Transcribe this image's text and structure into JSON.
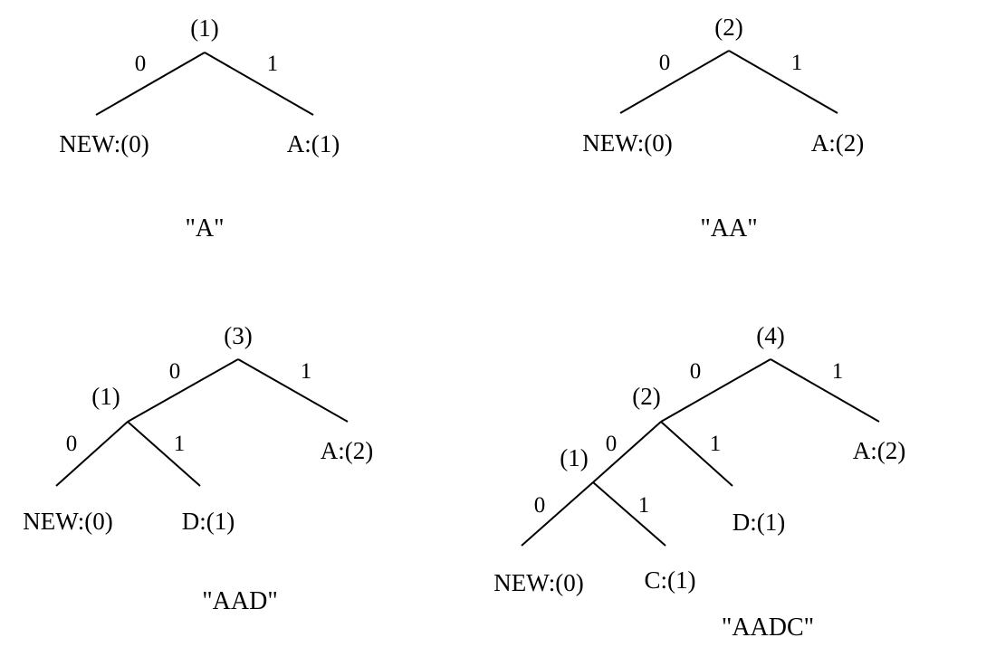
{
  "trees": [
    {
      "caption": "\"A\"",
      "nodes": {
        "root": "(1)",
        "new": "NEW:(0)",
        "a": "A:(1)"
      },
      "edges": {
        "root_left": "0",
        "root_right": "1"
      }
    },
    {
      "caption": "\"AA\"",
      "nodes": {
        "root": "(2)",
        "new": "NEW:(0)",
        "a": "A:(2)"
      },
      "edges": {
        "root_left": "0",
        "root_right": "1"
      }
    },
    {
      "caption": "\"AAD\"",
      "nodes": {
        "root": "(3)",
        "inner": "(1)",
        "new": "NEW:(0)",
        "d": "D:(1)",
        "a": "A:(2)"
      },
      "edges": {
        "root_left": "0",
        "root_right": "1",
        "inner_left": "0",
        "inner_right": "1"
      }
    },
    {
      "caption": "\"AADC\"",
      "nodes": {
        "root": "(4)",
        "inner2": "(2)",
        "inner1": "(1)",
        "new": "NEW:(0)",
        "c": "C:(1)",
        "d": "D:(1)",
        "a": "A:(2)"
      },
      "edges": {
        "root_left": "0",
        "root_right": "1",
        "inner2_left": "0",
        "inner2_right": "1",
        "inner1_left": "0",
        "inner1_right": "1"
      }
    }
  ]
}
